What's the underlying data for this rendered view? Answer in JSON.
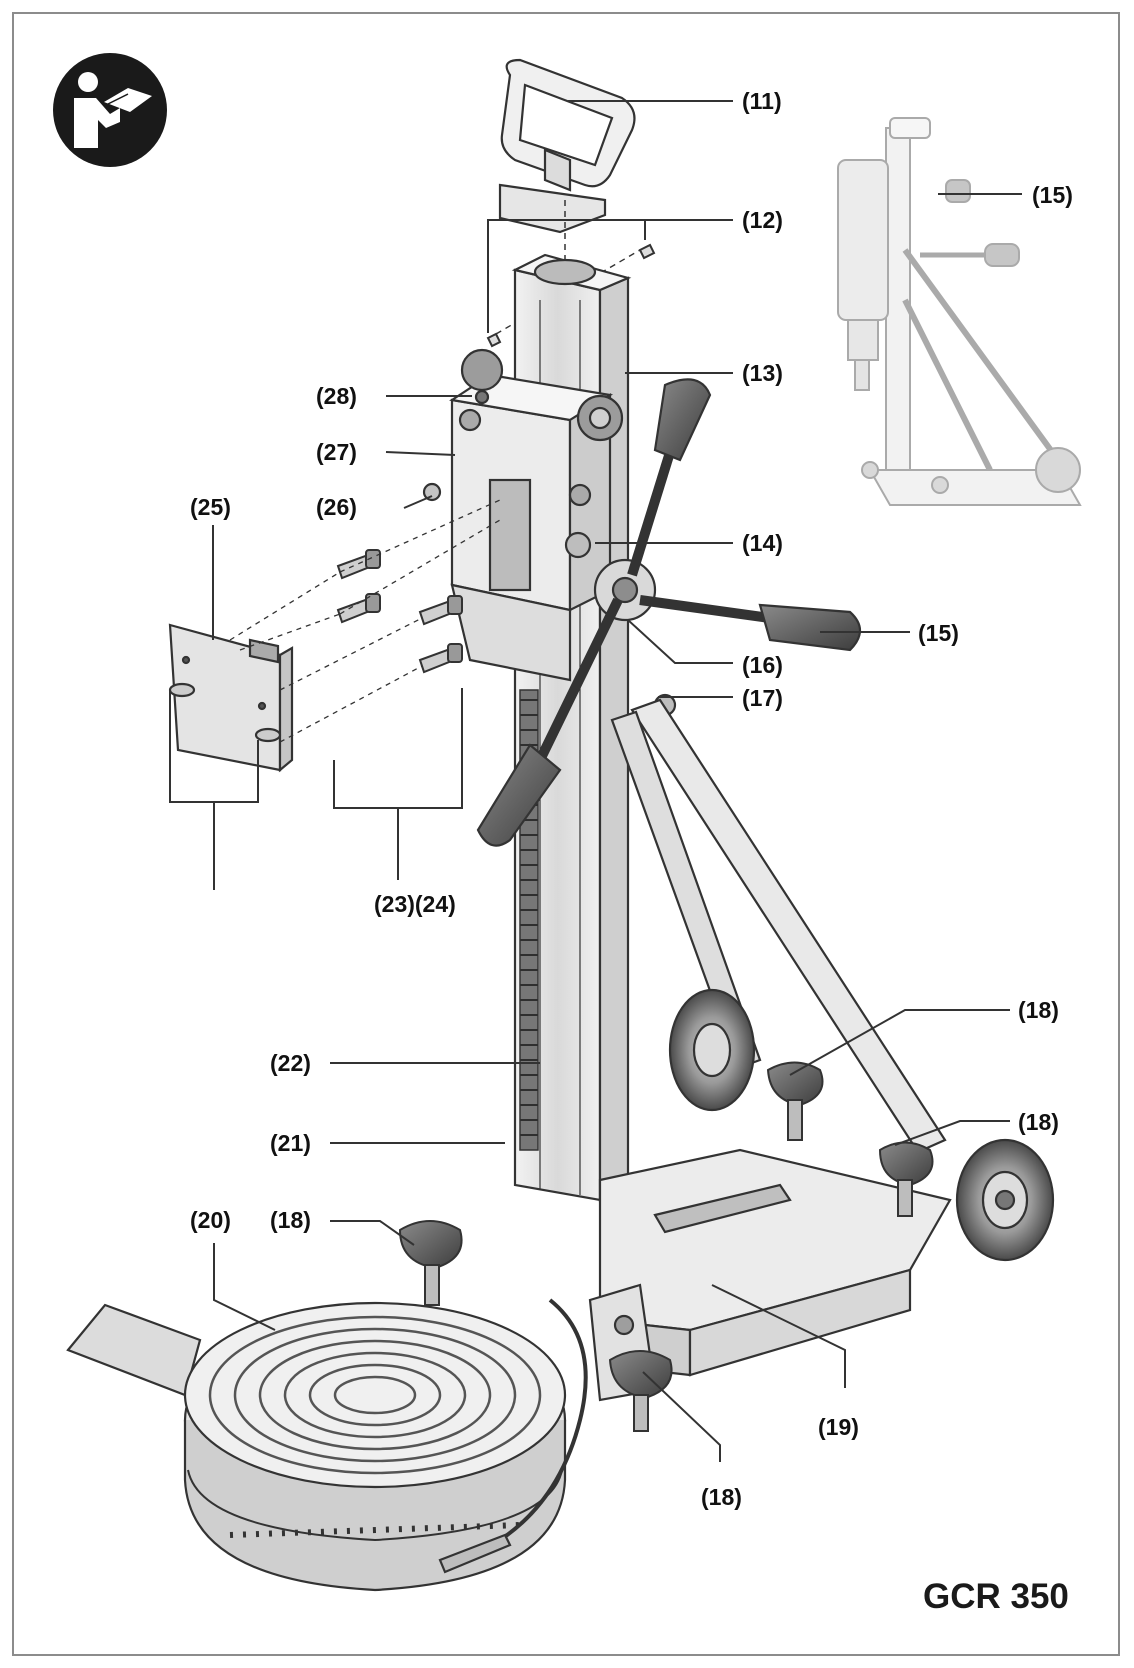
{
  "model_name": "GCR 350",
  "manual_icon": "read-manual-icon",
  "callouts": [
    {
      "id": "c11",
      "text": "(11)"
    },
    {
      "id": "c12",
      "text": "(12)"
    },
    {
      "id": "c15a",
      "text": "(15)"
    },
    {
      "id": "c13",
      "text": "(13)"
    },
    {
      "id": "c28",
      "text": "(28)"
    },
    {
      "id": "c27",
      "text": "(27)"
    },
    {
      "id": "c25",
      "text": "(25)"
    },
    {
      "id": "c26",
      "text": "(26)"
    },
    {
      "id": "c14",
      "text": "(14)"
    },
    {
      "id": "c15b",
      "text": "(15)"
    },
    {
      "id": "c16",
      "text": "(16)"
    },
    {
      "id": "c17",
      "text": "(17)"
    },
    {
      "id": "c2324",
      "text": "(23)(24)"
    },
    {
      "id": "c18a",
      "text": "(18)"
    },
    {
      "id": "c22",
      "text": "(22)"
    },
    {
      "id": "c18b",
      "text": "(18)"
    },
    {
      "id": "c21",
      "text": "(21)"
    },
    {
      "id": "c20",
      "text": "(20)"
    },
    {
      "id": "c18c",
      "text": "(18)"
    },
    {
      "id": "c19",
      "text": "(19)"
    },
    {
      "id": "c18d",
      "text": "(18)"
    }
  ],
  "colors": {
    "line": "#333333",
    "metal": "#e6e6e6",
    "metal_dark": "#bdbdbd",
    "grip": "#5a5a5a",
    "border": "#8c8c8c"
  }
}
